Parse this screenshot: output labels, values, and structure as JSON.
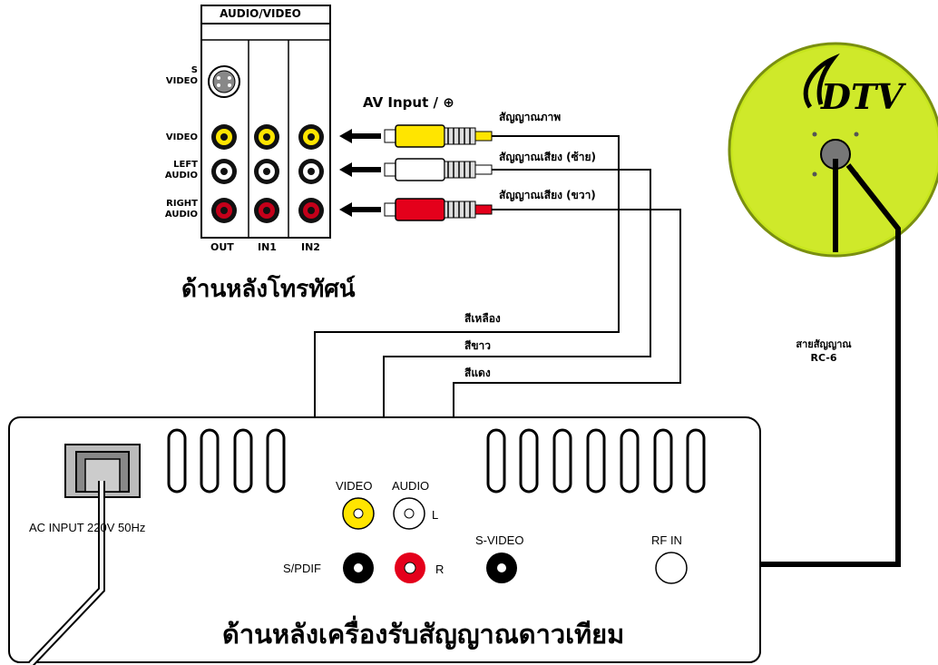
{
  "tv_panel": {
    "header": "AUDIO/VIDEO",
    "row_labels": {
      "s_video": "S\nVIDEO",
      "video": "VIDEO",
      "left_audio": "LEFT\nAUDIO",
      "right_audio": "RIGHT\nAUDIO"
    },
    "column_labels": [
      "OUT",
      "IN1",
      "IN2"
    ],
    "title": "ด้านหลังโทรทัศน์"
  },
  "av_input_label": "AV Input / ⊕",
  "cable_signals": {
    "video": "สัญญาณภาพ",
    "audio_left": "สัญญาณเสียง (ซ้าย)",
    "audio_right": "สัญญาณเสียง (ขวา)"
  },
  "wire_colors": {
    "yellow": "สีเหลือง",
    "white": "สีขาว",
    "red": "สีแดง"
  },
  "dish": {
    "logo": "DTV",
    "cable_label_line1": "สายสัญญาณ",
    "cable_label_line2": "RC-6"
  },
  "receiver": {
    "ac_input": "AC INPUT 220V 50Hz",
    "video": "VIDEO",
    "audio": "AUDIO",
    "audio_l": "L",
    "audio_r": "R",
    "spdif": "S/PDIF",
    "s_video": "S-VIDEO",
    "rf_in": "RF IN",
    "title": "ด้านหลังเครื่องรับสัญญาณดาวเทียม"
  },
  "colors": {
    "jack_yellow": "#ffe500",
    "jack_red": "#e4001b",
    "dish_green": "#c8e61e",
    "wire": "#000000"
  }
}
